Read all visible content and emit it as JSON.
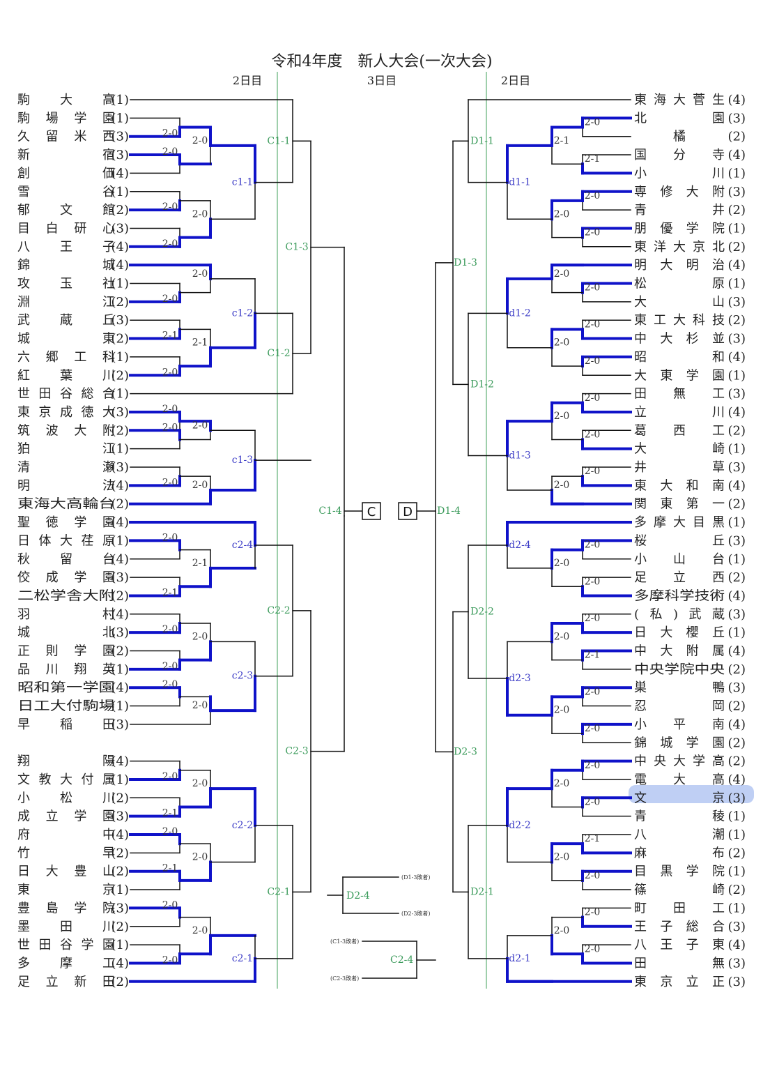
{
  "title": "令和4年度　新人大会(一次大会)",
  "day_headers": {
    "left": "2日目",
    "middle": "3日目",
    "right": "2日目"
  },
  "colors": {
    "win": "#0f12c9",
    "line": "#111111",
    "round_line": "#7fbf8f",
    "label_green": "#3a9a5a",
    "label_blue": "#3b3bc6",
    "highlight": "#aabff0"
  },
  "left_teams": [
    {
      "name": "駒　大　高",
      "seed": "(1)"
    },
    {
      "name": "駒場学園",
      "seed": "(1)"
    },
    {
      "name": "久留米西",
      "seed": "(3)"
    },
    {
      "name": "新　　宿",
      "seed": "(3)"
    },
    {
      "name": "創　　価",
      "seed": "(4)"
    },
    {
      "name": "雪　　谷",
      "seed": "(1)"
    },
    {
      "name": "郁　文　館",
      "seed": "(2)"
    },
    {
      "name": "目白研心",
      "seed": "(3)"
    },
    {
      "name": "八　王　子",
      "seed": "(4)"
    },
    {
      "name": "錦　　城",
      "seed": "(4)"
    },
    {
      "name": "攻　玉　社",
      "seed": "(1)"
    },
    {
      "name": "淵　　江",
      "seed": "(2)"
    },
    {
      "name": "武　蔵　丘",
      "seed": "(3)"
    },
    {
      "name": "城　　東",
      "seed": "(2)"
    },
    {
      "name": "六郷工科",
      "seed": "(1)"
    },
    {
      "name": "紅　葉　川",
      "seed": "(2)"
    },
    {
      "name": "世田谷総合",
      "seed": "(1)"
    },
    {
      "name": "東京成徳大",
      "seed": "(3)"
    },
    {
      "name": "筑波大附",
      "seed": "(2)"
    },
    {
      "name": "狛　　江",
      "seed": "(1)"
    },
    {
      "name": "清　　瀬",
      "seed": "(3)"
    },
    {
      "name": "明　　法",
      "seed": "(4)"
    },
    {
      "name": "東海大高輪台",
      "seed": "(2)"
    },
    {
      "name": "聖徳学園",
      "seed": "(4)"
    },
    {
      "name": "日体大荏原",
      "seed": "(1)"
    },
    {
      "name": "秋　留　台",
      "seed": "(4)"
    },
    {
      "name": "佼成学園",
      "seed": "(3)"
    },
    {
      "name": "二松学舎大附",
      "seed": "(2)"
    },
    {
      "name": "羽　　村",
      "seed": "(4)"
    },
    {
      "name": "城　　北",
      "seed": "(3)"
    },
    {
      "name": "正則学園",
      "seed": "(2)"
    },
    {
      "name": "品川翔英",
      "seed": "(1)"
    },
    {
      "name": "昭和第一学園",
      "seed": "(4)"
    },
    {
      "name": "日工大付駒場",
      "seed": "(1)"
    },
    {
      "name": "早　稲　田",
      "seed": "(3)"
    },
    {
      "name": "翔　　陽",
      "seed": "(4)"
    },
    {
      "name": "文教大付属",
      "seed": "(1)"
    },
    {
      "name": "小　松　川",
      "seed": "(2)"
    },
    {
      "name": "成立学園",
      "seed": "(3)"
    },
    {
      "name": "府　　中",
      "seed": "(4)"
    },
    {
      "name": "竹　　早",
      "seed": "(2)"
    },
    {
      "name": "日　大　豊　山",
      "seed": "(2)"
    },
    {
      "name": "東　　京",
      "seed": "(1)"
    },
    {
      "name": "豊島学院",
      "seed": "(3)"
    },
    {
      "name": "墨　田　川",
      "seed": "(2)"
    },
    {
      "name": "世田谷学園",
      "seed": "(1)"
    },
    {
      "name": "多　摩　工",
      "seed": "(4)"
    },
    {
      "name": "足立新田",
      "seed": "(2)"
    }
  ],
  "right_teams": [
    {
      "name": "東海大菅生",
      "seed": "(4)"
    },
    {
      "name": "北　　園",
      "seed": "(3)"
    },
    {
      "name": "　橘　",
      "seed": "(2)"
    },
    {
      "name": "国　分　寺",
      "seed": "(4)"
    },
    {
      "name": "小　　川",
      "seed": "(1)"
    },
    {
      "name": "専修大附",
      "seed": "(3)"
    },
    {
      "name": "青　　井",
      "seed": "(2)"
    },
    {
      "name": "朋優学院",
      "seed": "(1)"
    },
    {
      "name": "東洋大京北",
      "seed": "(2)"
    },
    {
      "name": "明　大　明　治",
      "seed": "(4)"
    },
    {
      "name": "松　　原",
      "seed": "(1)"
    },
    {
      "name": "大　　山",
      "seed": "(3)"
    },
    {
      "name": "東工大科技",
      "seed": "(2)"
    },
    {
      "name": "中　大　杉　並",
      "seed": "(3)"
    },
    {
      "name": "昭　　和",
      "seed": "(4)"
    },
    {
      "name": "大　東　学　園",
      "seed": "(1)"
    },
    {
      "name": "田　無　工",
      "seed": "(3)"
    },
    {
      "name": "立　　川",
      "seed": "(4)"
    },
    {
      "name": "葛　西　工",
      "seed": "(2)"
    },
    {
      "name": "大　　崎",
      "seed": "(1)"
    },
    {
      "name": "井　　草",
      "seed": "(3)"
    },
    {
      "name": "東　大　和　南",
      "seed": "(4)"
    },
    {
      "name": "関　東　第　一",
      "seed": "(2)"
    },
    {
      "name": "多摩大目黒",
      "seed": "(1)"
    },
    {
      "name": "桜　　丘",
      "seed": "(3)"
    },
    {
      "name": "小　山　台",
      "seed": "(1)"
    },
    {
      "name": "足　立　西",
      "seed": "(2)"
    },
    {
      "name": "多摩科学技術",
      "seed": "(4)"
    },
    {
      "name": "(私)武蔵",
      "seed": "(3)"
    },
    {
      "name": "日　大　櫻　丘",
      "seed": "(1)"
    },
    {
      "name": "中　大　附　属",
      "seed": "(4)"
    },
    {
      "name": "中央学院中央",
      "seed": "(2)"
    },
    {
      "name": "巣　　鴨",
      "seed": "(3)"
    },
    {
      "name": "忍　　岡",
      "seed": "(2)"
    },
    {
      "name": "小　平　南",
      "seed": "(4)"
    },
    {
      "name": "錦　城　学　園",
      "seed": "(2)"
    },
    {
      "name": "中央大学高",
      "seed": "(2)"
    },
    {
      "name": "電　大　高",
      "seed": "(4)"
    },
    {
      "name": "文　　京",
      "seed": "(3)"
    },
    {
      "name": "青　　稜",
      "seed": "(1)"
    },
    {
      "name": "八　　潮",
      "seed": "(1)"
    },
    {
      "name": "麻　　布",
      "seed": "(2)"
    },
    {
      "name": "目　黒　学　院",
      "seed": "(1)"
    },
    {
      "name": "篠　　崎",
      "seed": "(2)"
    },
    {
      "name": "町　田　工",
      "seed": "(1)"
    },
    {
      "name": "王　子　総　合",
      "seed": "(3)"
    },
    {
      "name": "八　王　子　東",
      "seed": "(4)"
    },
    {
      "name": "田　　無",
      "seed": "(3)"
    },
    {
      "name": "東　京　立　正",
      "seed": "(3)"
    }
  ],
  "left_scores": [
    "2-0",
    "2-0",
    "2-0",
    "2-0",
    "2-0",
    "2-0",
    "2-0",
    "2-0",
    "2-1",
    "2-0",
    "2-1",
    "2-0",
    "2-0",
    "2-0",
    "2-0",
    "2-0",
    "2-0",
    "2-1",
    "2-1",
    "2-0",
    "2-0",
    "2-0",
    "2-0",
    "2-0",
    "2-0",
    "2-1",
    "2-0",
    "2-0",
    "2-1",
    "2-0",
    "2-0",
    "2-0",
    "2-0",
    "2-0",
    "2-0"
  ],
  "right_scores": [
    "2-0",
    "2-1",
    "2-1",
    "2-0",
    "2-0",
    "2-0",
    "2-0",
    "2-0",
    "2-0",
    "2-0",
    "2-0",
    "2-0",
    "2-0",
    "2-0",
    "2-0",
    "2-0",
    "2-0",
    "2-0",
    "2-0",
    "2-0",
    "2-1",
    "2-0",
    "2-0",
    "2-0",
    "2-0",
    "2-0",
    "2-0",
    "2-0",
    "2-1",
    "2-0",
    "2-0",
    "2-0",
    "2-0",
    "2-0",
    "2-0",
    "2-0",
    "2-0",
    "2-0",
    "2-1",
    "2-0"
  ],
  "left_round_labels": {
    "c1-1": "c1-1",
    "c1-2": "c1-2",
    "c1-3": "c1-3",
    "c2-4": "c2-4",
    "c2-3": "c2-3",
    "c2-2": "c2-2",
    "c2-1": "c2-1"
  },
  "left_big_labels": {
    "C1-1": "C1-1",
    "C1-2": "C1-2",
    "C1-3": "C1-3",
    "C1-4": "C1-4",
    "C2-2": "C2-2",
    "C2-3": "C2-3",
    "C2-1": "C2-1"
  },
  "right_round_labels": {
    "d1-1": "d1-1",
    "d1-2": "d1-2",
    "d1-3": "d1-3",
    "d2-4": "d2-4",
    "d2-3": "d2-3",
    "d2-2": "d2-2",
    "d2-1": "d2-1"
  },
  "right_big_labels": {
    "D1-1": "D1-1",
    "D1-3": "D1-3",
    "D1-2": "D1-2",
    "D1-4": "D1-4",
    "D2-2": "D2-2",
    "D2-3": "D2-3",
    "D2-1": "D2-1"
  },
  "center_boxes": {
    "left": "C",
    "right": "D"
  },
  "extra": {
    "d24": {
      "label": "D2-4",
      "top": "(D1-3敗者)",
      "bottom": "(D2-3敗者)"
    },
    "c24": {
      "label": "C2-4",
      "top": "(C1-3敗者)",
      "bottom": "(C2-3敗者)"
    }
  }
}
